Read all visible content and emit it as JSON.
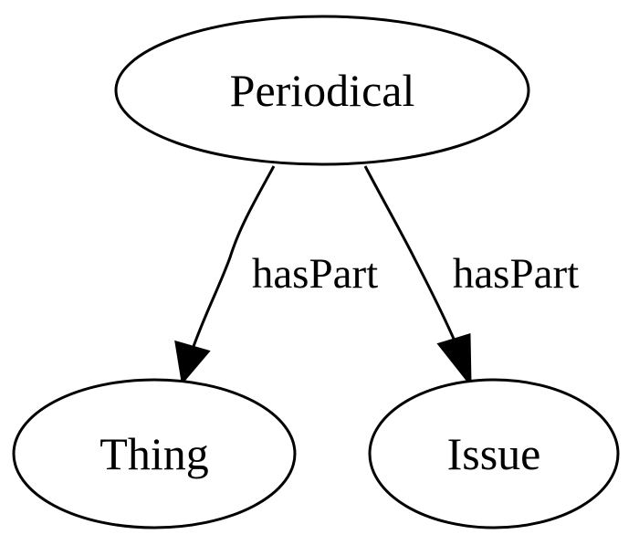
{
  "nodes": {
    "periodical": "Periodical",
    "thing": "Thing",
    "issue": "Issue"
  },
  "edges": {
    "periodical_to_thing": "hasPart",
    "periodical_to_issue": "hasPart"
  }
}
